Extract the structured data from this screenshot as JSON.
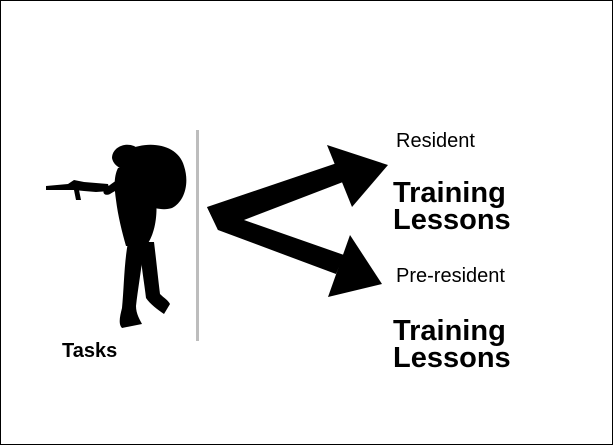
{
  "tasks_label": "Tasks",
  "branches": [
    {
      "label": "Resident",
      "title_line1": "Training",
      "title_line2": "Lessons"
    },
    {
      "label": "Pre-resident",
      "title_line1": "Training",
      "title_line2": "Lessons"
    }
  ],
  "icons": {
    "figure": "soldier-silhouette-icon",
    "connector": "double-arrow-icon"
  },
  "colors": {
    "foreground": "#000000",
    "divider": "#bdbdbd",
    "background": "#ffffff"
  }
}
